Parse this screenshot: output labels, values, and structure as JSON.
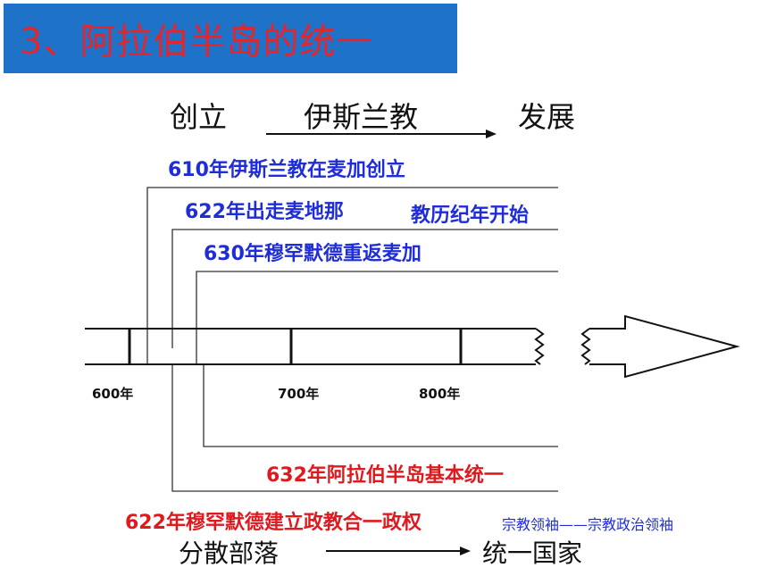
{
  "title": "3、阿拉伯半岛的统一",
  "flow_top": {
    "left": "创立",
    "middle": "伊斯兰教",
    "right": "发展"
  },
  "events_above": [
    "610年伊斯兰教在麦加创立",
    "622年出走麦地那",
    "630年穆罕默德重返麦加"
  ],
  "side_note": "教历纪年开始",
  "events_below": [
    "632年阿拉伯半岛基本统一",
    "622年穆罕默德建立政教合一政权"
  ],
  "role_note": "宗教领袖——宗教政治领袖",
  "axis_labels": [
    "600年",
    "700年",
    "800年"
  ],
  "flow_bottom": {
    "left": "分散部落",
    "right": "统一国家"
  },
  "colors": {
    "banner": "#1e73c9",
    "title": "#e5242b",
    "event_blue": "#1f2dd8",
    "event_red": "#e0191f"
  }
}
